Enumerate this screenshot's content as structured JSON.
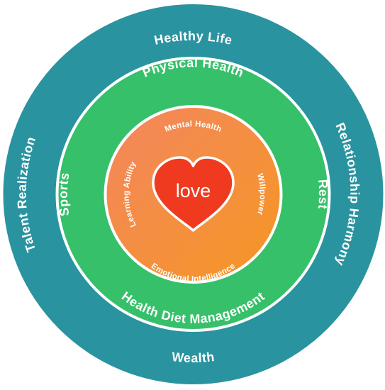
{
  "colors": {
    "outer_ring": "#2a93a0",
    "middle_ring": "#36c06a",
    "inner_light": "#f48660",
    "inner_dark": "#f59722",
    "heart_fill": "#ef3a1f",
    "ring_border": "#ffffff",
    "text": "#ffffff"
  },
  "outer_ring": {
    "top": "Healthy Life",
    "bottom": "Wealth",
    "left": "Talent Realization",
    "right": "Relationship Harmony"
  },
  "middle_ring": {
    "top": "Physical Health",
    "bottom": "Health Diet Management",
    "left": "Sports",
    "right": "Rest"
  },
  "inner_ring": {
    "top": "Mental Health",
    "bottom": "Emotional Intelligence",
    "left": "Learning Ability",
    "right": "Willpower"
  },
  "center": {
    "label": "love",
    "icon": "heart-icon"
  }
}
